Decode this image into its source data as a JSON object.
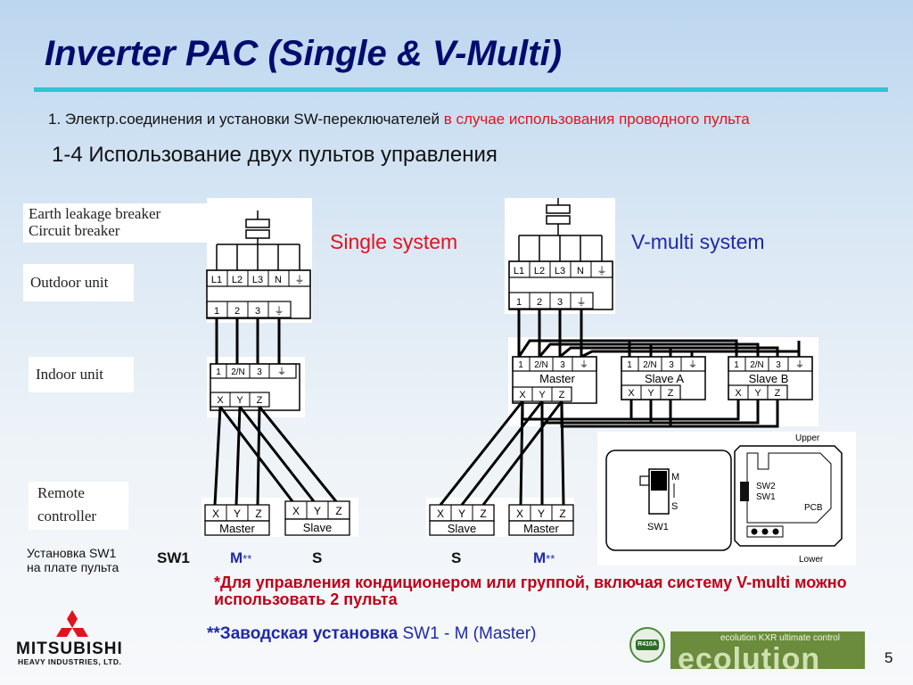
{
  "title": "Inverter PAC (Single & V-Multi)",
  "subtitle1_black": "1. Электр.соединения и установки SW-переключателей",
  "subtitle1_red": " в случае использования проводного пульта",
  "subtitle2": "1-4 Использование двух пультов управления",
  "side_labels": {
    "breaker_line1": "Earth leakage breaker",
    "breaker_line2": "Circuit breaker",
    "outdoor": "Outdoor unit",
    "indoor": "Indoor unit",
    "remote_line1": "Remote",
    "remote_line2": "controller"
  },
  "single_system_label": "Single system",
  "vmulti_system_label": "V-multi system",
  "terminals": {
    "outdoor_top": [
      "L1",
      "L2",
      "L3",
      "N",
      "⏚"
    ],
    "outdoor_bottom": [
      "1",
      "2",
      "3",
      "⏚"
    ],
    "indoor_top": [
      "1",
      "2/N",
      "3",
      "⏚"
    ],
    "indoor_bottom": [
      "X",
      "Y",
      "Z"
    ],
    "remote": [
      "X",
      "Y",
      "Z"
    ]
  },
  "unit_labels": {
    "master": "Master",
    "slave": "Slave",
    "slave_a": "Slave A",
    "slave_b": "Slave B"
  },
  "pcb_inset": {
    "upper": "Upper",
    "lower": "Lower",
    "m": "M",
    "s": "S",
    "sw1": "SW1",
    "sw2": "SW2",
    "pcb": "PCB"
  },
  "sw_install_line1": "Установка SW1",
  "sw_install_line2": "на плате пульта",
  "sw_row": {
    "sw1": "SW1",
    "m1": "M",
    "s1": "S",
    "s2": "S",
    "m2": "M",
    "stars": "**"
  },
  "note1": "*Для управления кондиционером или группой, включая  систему V-multi можно использовать 2 пульта",
  "note2_bold": "**Заводская установка",
  "note2_rest": " SW1 - M (Master)",
  "eco_small": "ecolution KXR ultimate control",
  "eco_big": "ecolution",
  "r410a": "R410A",
  "brand_name": "MITSUBISHI",
  "brand_sub": "HEAVY INDUSTRIES, LTD.",
  "page_number": "5",
  "colors": {
    "title": "#000c6e",
    "accent_line": "#2fc4d0",
    "red_text": "#e0141e",
    "blue_text": "#1f2aa8"
  }
}
